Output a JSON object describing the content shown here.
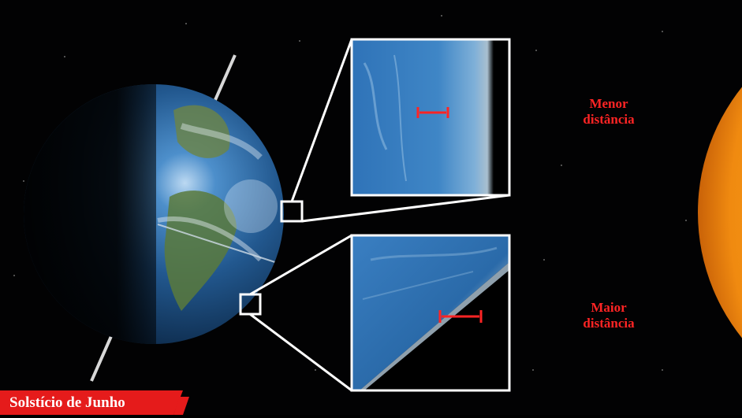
{
  "labels": {
    "near_line1": "Menor",
    "near_line2": "distância",
    "far_line1": "Maior",
    "far_line2": "distância"
  },
  "caption": {
    "text": "Solstício de Junho"
  },
  "colors": {
    "label_red": "#ff2424",
    "caption_red": "#e51b1b",
    "zoom_frame": "#ffffff",
    "space": "#020203"
  },
  "icons": {
    "distance_marker": "double-headed-arrow"
  }
}
